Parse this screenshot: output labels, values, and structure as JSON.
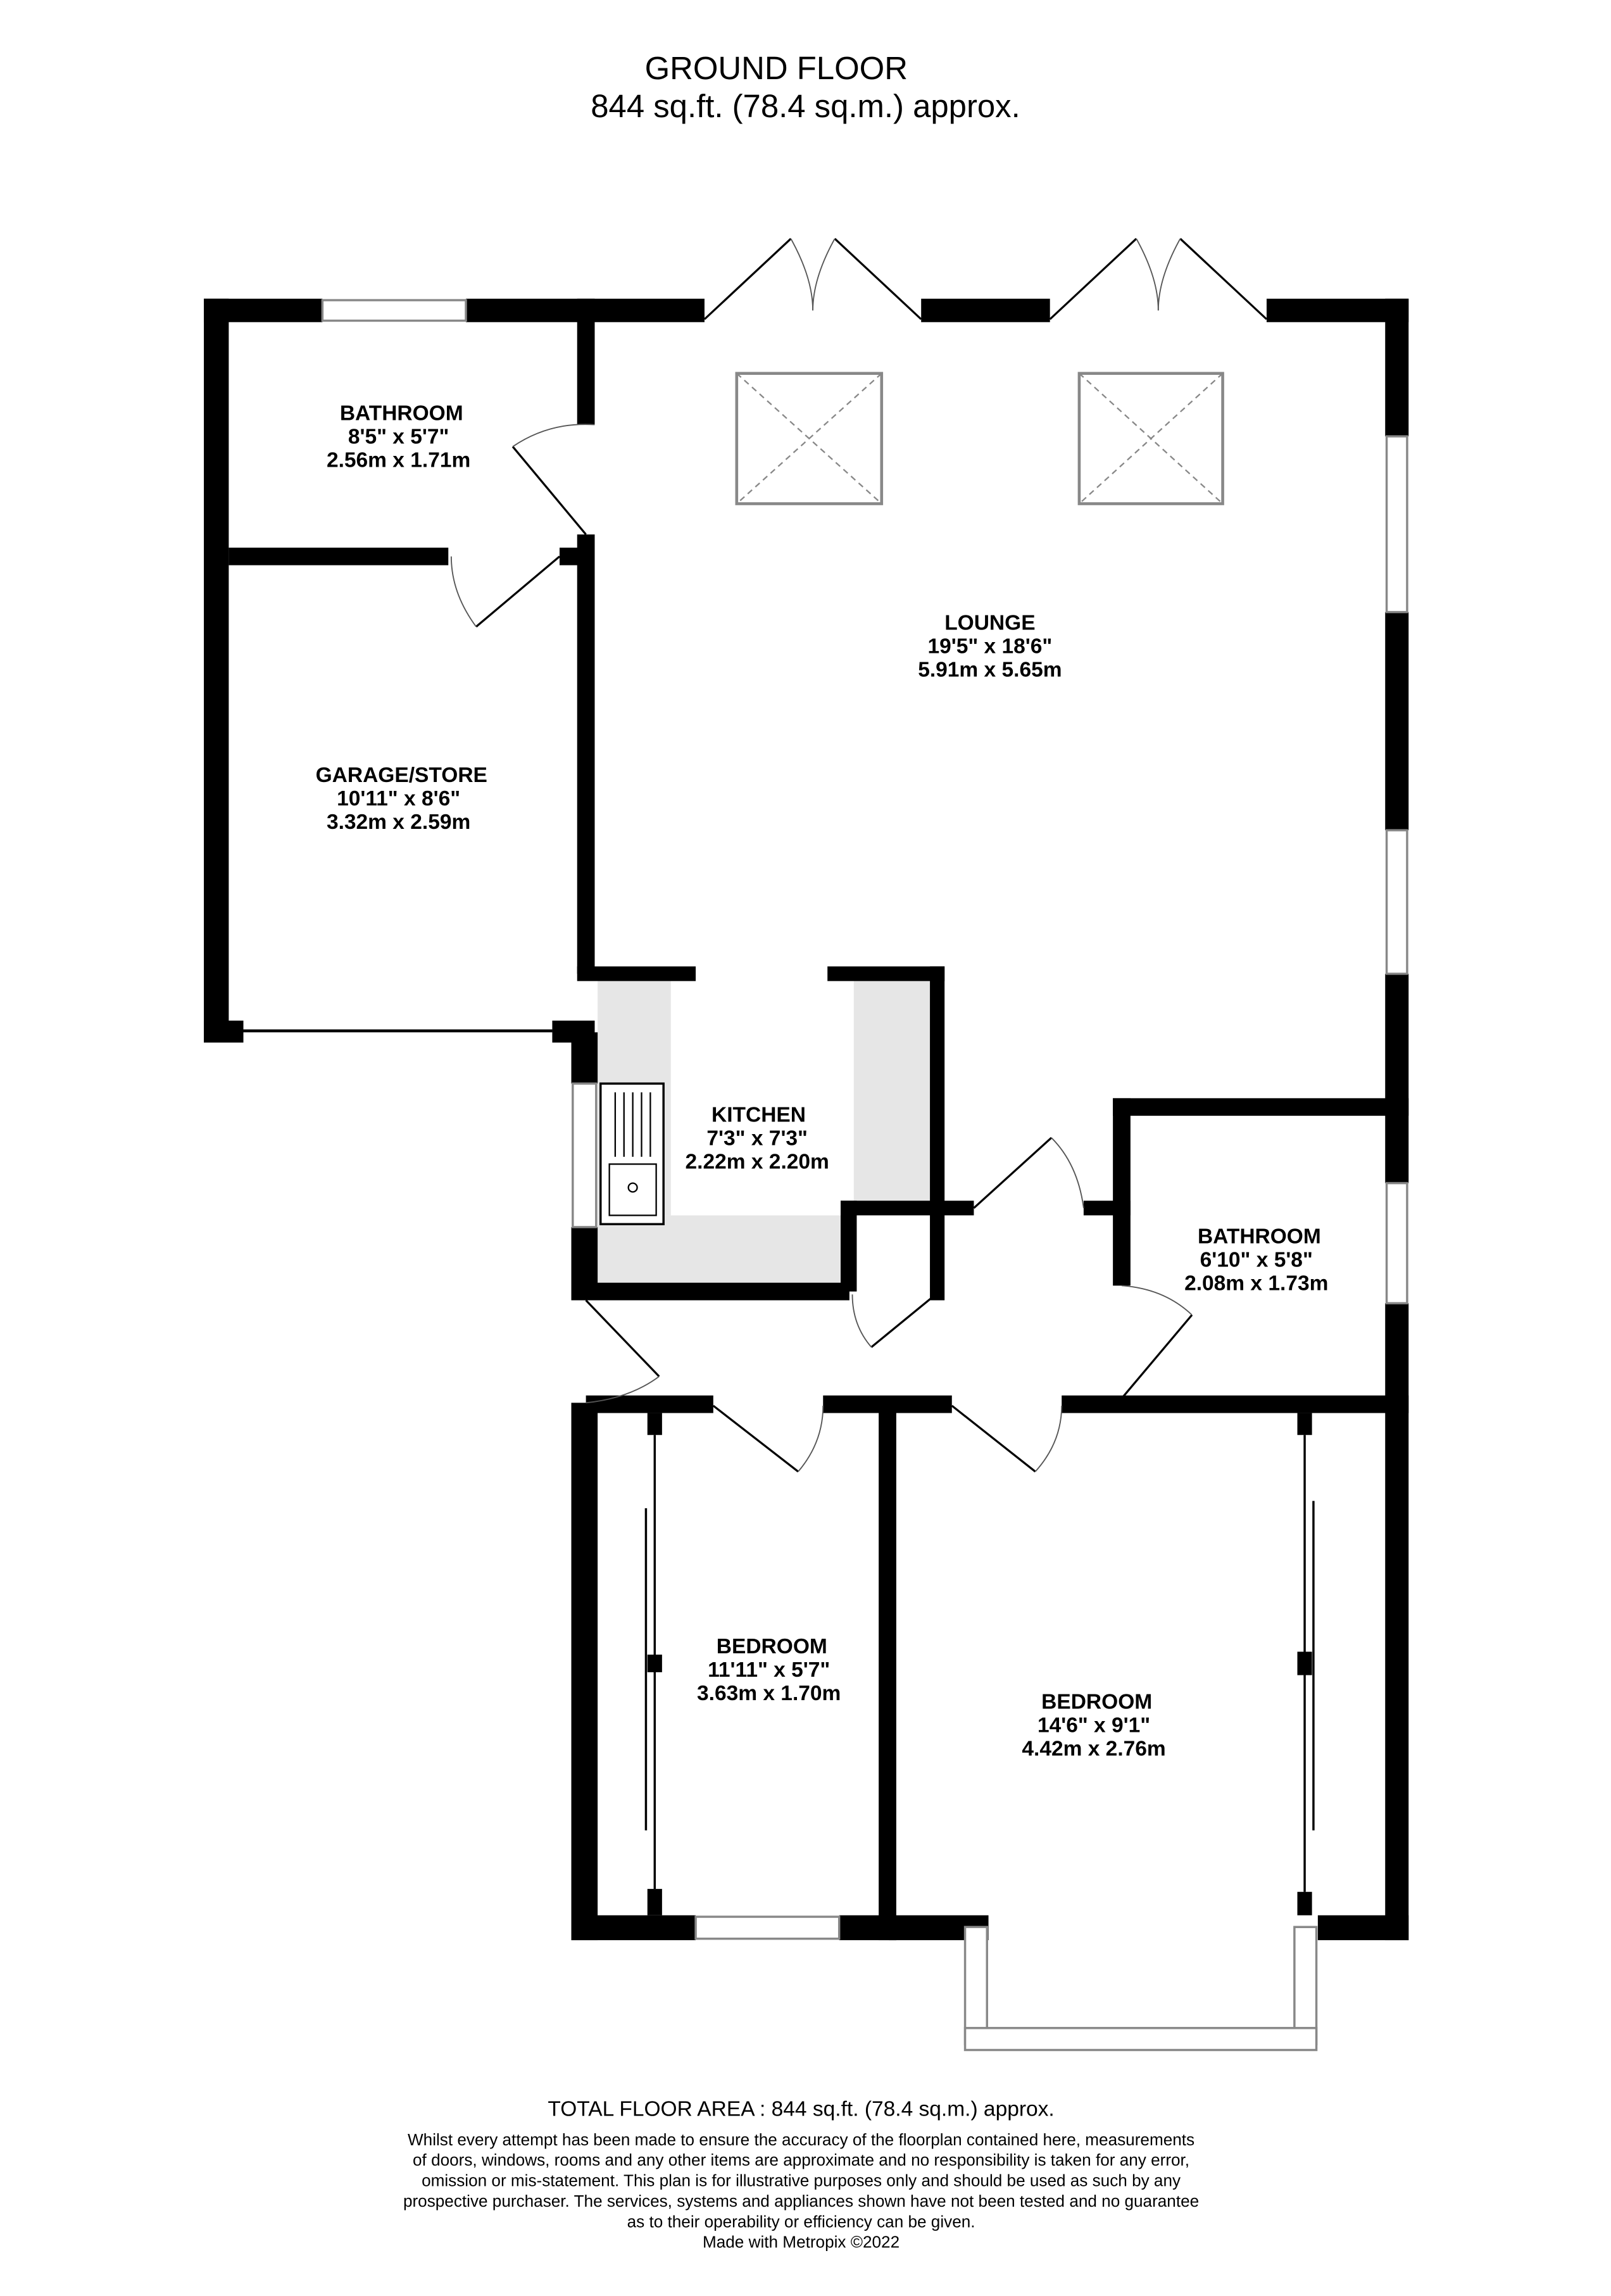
{
  "header": {
    "title": "GROUND FLOOR",
    "area": "844 sq.ft. (78.4 sq.m.) approx."
  },
  "rooms": [
    {
      "name": "BATHROOM",
      "imperial": "8'5\"  x 5'7\"",
      "metric": "2.56m  x 1.71m"
    },
    {
      "name": "LOUNGE",
      "imperial": "19'5\"  x 18'6\"",
      "metric": "5.91m  x 5.65m"
    },
    {
      "name": "GARAGE/STORE",
      "imperial": "10'11\"  x 8'6\"",
      "metric": "3.32m  x 2.59m"
    },
    {
      "name": "KITCHEN",
      "imperial": "7'3\"  x 7'3\"",
      "metric": "2.22m  x 2.20m"
    },
    {
      "name": "BATHROOM",
      "imperial": "6'10\"  x 5'8\"",
      "metric": "2.08m  x 1.73m"
    },
    {
      "name": "BEDROOM",
      "imperial": "11'11\"  x 5'7\"",
      "metric": "3.63m  x 1.70m"
    },
    {
      "name": "BEDROOM",
      "imperial": "14'6\"  x 9'1\"",
      "metric": "4.42m  x 2.76m"
    }
  ],
  "footer": {
    "total": "TOTAL FLOOR AREA : 844 sq.ft. (78.4 sq.m.) approx.",
    "disclaimer": [
      "Whilst every attempt has been made to ensure the accuracy of the floorplan contained here, measurements",
      "of doors, windows, rooms and any other items are approximate and no responsibility is taken for any error,",
      "omission or mis-statement. This plan is for illustrative purposes only and should be used as such by any",
      "prospective purchaser. The services, systems and appliances shown have not been tested and no guarantee",
      "as to their operability or efficiency can be given."
    ],
    "credit": "Made with Metropix ©2022"
  },
  "colors": {
    "wall": "#000000",
    "counter": "#e6e6e6",
    "window": "#888888"
  }
}
